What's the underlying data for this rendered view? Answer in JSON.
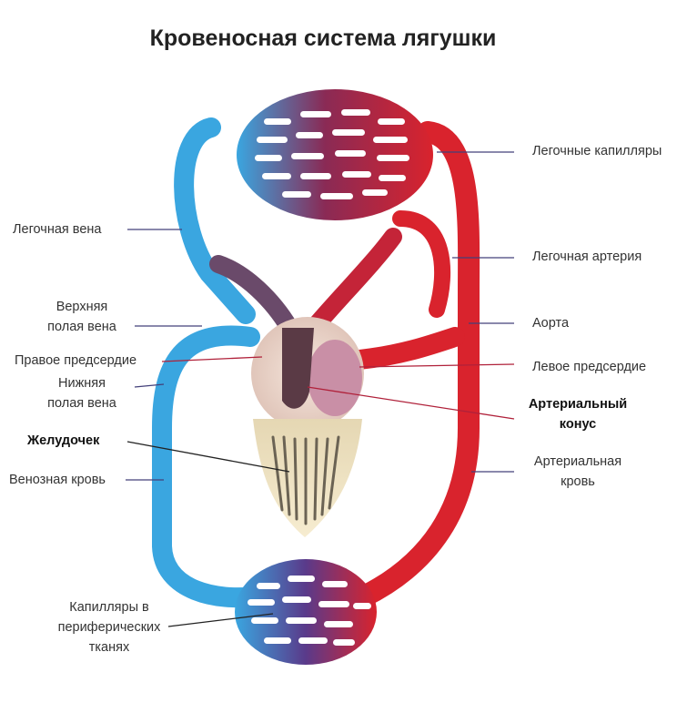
{
  "title": "Кровеносная система лягушки",
  "colors": {
    "venous": "#3aa6e0",
    "arterial": "#d9232d",
    "mixed": "#8a2a55",
    "ventricle": "#f1e6c4",
    "atrium": "#eedbd2"
  },
  "labels": {
    "pulmonary_capillaries": "Легочные капилляры",
    "pulmonary_vein": "Легочная вена",
    "pulmonary_artery": "Легочная артерия",
    "superior_vena_cava_1": "Верхняя",
    "superior_vena_cava_2": "полая вена",
    "aorta": "Аорта",
    "right_atrium": "Правое предсердие",
    "left_atrium": "Левое предсердие",
    "inferior_vena_cava_1": "Нижняя",
    "inferior_vena_cava_2": "полая вена",
    "arterial_cone_1": "Артериальный",
    "arterial_cone_2": "конус",
    "ventricle": "Желудочек",
    "venous_blood": "Венозная кровь",
    "arterial_blood_1": "Артериальная",
    "arterial_blood_2": "кровь",
    "peripheral_capillaries_1": "Капилляры в",
    "peripheral_capillaries_2": "периферических",
    "peripheral_capillaries_3": "тканях"
  }
}
